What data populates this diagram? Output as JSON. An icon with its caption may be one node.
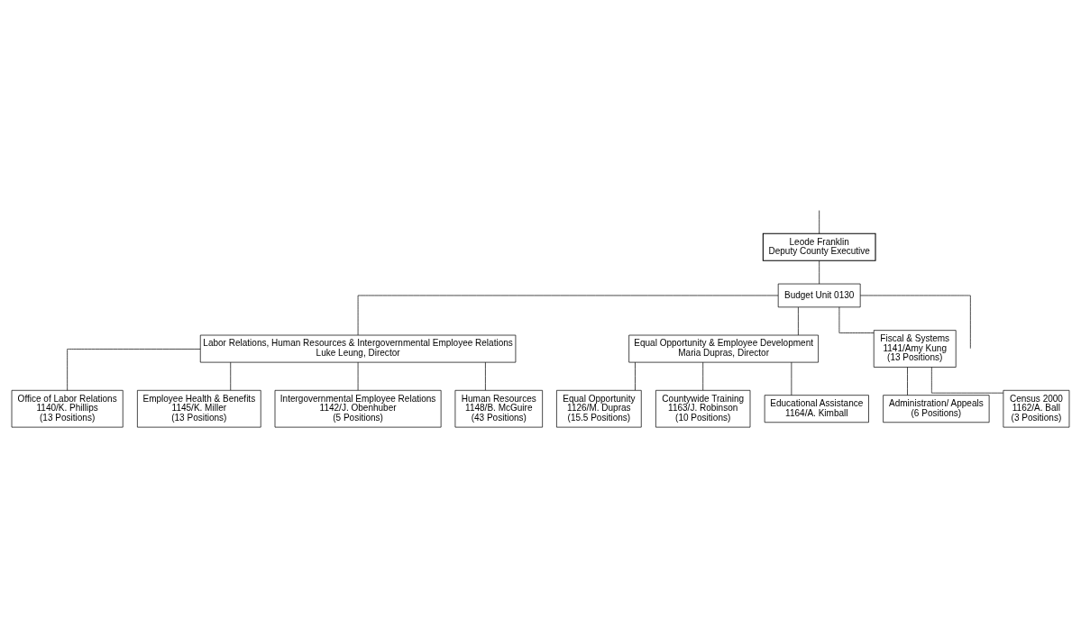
{
  "diagram": {
    "nodes": [
      {
        "text": [
          "Leode Franklin",
          "Deputy County Executive"
        ]
      },
      {
        "text": [
          "Budget Unit 0130"
        ]
      },
      {
        "text": [
          "Labor Relations, Human Resources & Intergovernmental Employee Relations",
          "Luke Leung, Director"
        ]
      },
      {
        "text": [
          "Equal Opportunity & Employee Development",
          "Maria Dupras, Director"
        ]
      },
      {
        "text": [
          "Fiscal & Systems",
          "1141/Amy Kung",
          "(13 Positions)"
        ]
      },
      {
        "text": [
          "Office of Labor Relations",
          "1140/K. Phillips",
          "(13 Positions)"
        ]
      },
      {
        "text": [
          "Employee Health & Benefits",
          "1145/K. Miller",
          "(13 Positions)"
        ]
      },
      {
        "text": [
          "Intergovernmental Employee Relations",
          "1142/J. Obenhuber",
          "(5 Positions)"
        ]
      },
      {
        "text": [
          "Human Resources",
          "1148/B. McGuire",
          "(43 Positions)"
        ]
      },
      {
        "text": [
          "Equal Opportunity",
          "1126/M. Dupras",
          "(15.5 Positions)"
        ]
      },
      {
        "text": [
          "Administration/ Appeals",
          "(6 Positions)"
        ]
      },
      {
        "text": [
          "Countywide Training",
          "1163/J. Robinson",
          "(10 Positions)"
        ]
      },
      {
        "text": [
          "Census 2000",
          "1162/A. Ball",
          "(3 Positions)"
        ]
      },
      {
        "text": [
          "Educational Assistance",
          "1164/A. Kimball"
        ]
      }
    ],
    "edges": [
      {
        "from": null,
        "to": 0,
        "arrow": "none"
      },
      {
        "from": 0,
        "to": 1,
        "arrow": "none"
      },
      {
        "from": 1,
        "to": 2,
        "arrow": "none"
      },
      {
        "from": 1,
        "to": 3,
        "arrow": "none"
      },
      {
        "from": 1,
        "to": 4,
        "arrow": "none"
      },
      {
        "from": 1,
        "to": null,
        "arrow": "none"
      },
      {
        "from": 2,
        "to": 5,
        "arrow": "none"
      },
      {
        "from": 2,
        "to": 6,
        "arrow": "none"
      },
      {
        "from": 2,
        "to": 7,
        "arrow": "none"
      },
      {
        "from": 2,
        "to": 8,
        "arrow": "none"
      },
      {
        "from": 3,
        "to": 9,
        "arrow": "none"
      },
      {
        "from": 3,
        "to": 11,
        "arrow": "none"
      },
      {
        "from": 3,
        "to": 13,
        "arrow": "none"
      },
      {
        "from": 4,
        "to": 10,
        "arrow": "none"
      },
      {
        "from": 4,
        "to": 12,
        "arrow": "none"
      }
    ]
  }
}
